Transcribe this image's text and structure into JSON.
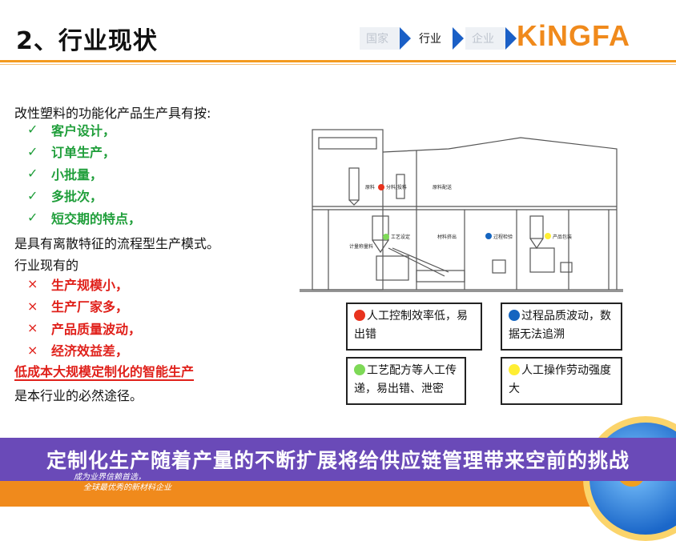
{
  "title": "2、行业现状",
  "breadcrumb": [
    "国家",
    "行业",
    "企业"
  ],
  "logo": "KiNGFA",
  "intro": "改性塑料的功能化产品生产具有按:",
  "check_items": [
    "客户设计，",
    "订单生产，",
    "小批量，",
    "多批次，",
    "短交期的特点，"
  ],
  "check_mark": "✓",
  "mid_line1": "是具有离散特征的流程型生产模式。",
  "mid_line2": "行业现有的",
  "cross_items": [
    "生产规模小，",
    "生产厂家多，",
    "产品质量波动，",
    "经济效益差，"
  ],
  "cross_mark": "×",
  "emphasis": "低成本大规模定制化的智能生产",
  "conclusion": "是本行业的必然途径。",
  "diagram_labels": [
    "原料",
    "分料/投料",
    "原料配送",
    "工艺设定",
    "材料挤出",
    "过程检验",
    "产品包装",
    "计量称量料"
  ],
  "callouts": [
    {
      "text": "人工控制效率低，易出错",
      "color": "#e8331e"
    },
    {
      "text": "过程品质波动，数据无法追溯",
      "color": "#1565c0"
    },
    {
      "text": "工艺配方等人工传递，易出错、泄密",
      "color": "#7ed957"
    },
    {
      "text": "人工操作劳动强度大",
      "color": "#ffee33"
    }
  ],
  "banner": "定制化生产随着产量的不断扩展将给供应链管理带来空前的挑战",
  "slogan": [
    "成为业界信赖首选，",
    "全球最优秀的新材料企业"
  ]
}
